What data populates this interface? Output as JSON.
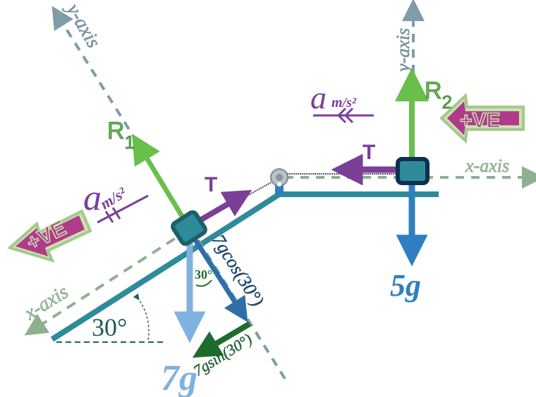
{
  "incline": {
    "angle_label": "30°",
    "small_angle_label": "30°",
    "block": {
      "reaction_label": "R",
      "reaction_subscript": "1",
      "tension_label": "T",
      "weight_label": "7g",
      "cos_component_label": "7gcos(30°)",
      "sin_component_label": "7gsin(30°)",
      "accel_symbol": "a",
      "accel_unit": "m/s²",
      "direction_label": "+VE",
      "x_axis_label": "x-axis",
      "y_axis_label": "y-axis"
    }
  },
  "table": {
    "block": {
      "reaction_label": "R",
      "reaction_subscript": "2",
      "tension_label": "T",
      "weight_label": "5g",
      "accel_symbol": "a",
      "accel_unit": "m/s²",
      "direction_label": "+VE",
      "x_axis_label": "x-axis",
      "y_axis_label": "y-axis"
    }
  },
  "colors": {
    "surface": "#2e8b9a",
    "axis": "#7f9ca8",
    "axis_green": "#8fb08f",
    "reaction": "#6abf4b",
    "tension": "#7b3f98",
    "weight_light": "#7fb2de",
    "weight_dark": "#2e6fa8",
    "component_green": "#1f6b2e",
    "ve_fill": "#b23a8a",
    "ve_bg": "#c8e6b0",
    "block": "#1e5f6a",
    "block_dark": "#0c3050"
  }
}
